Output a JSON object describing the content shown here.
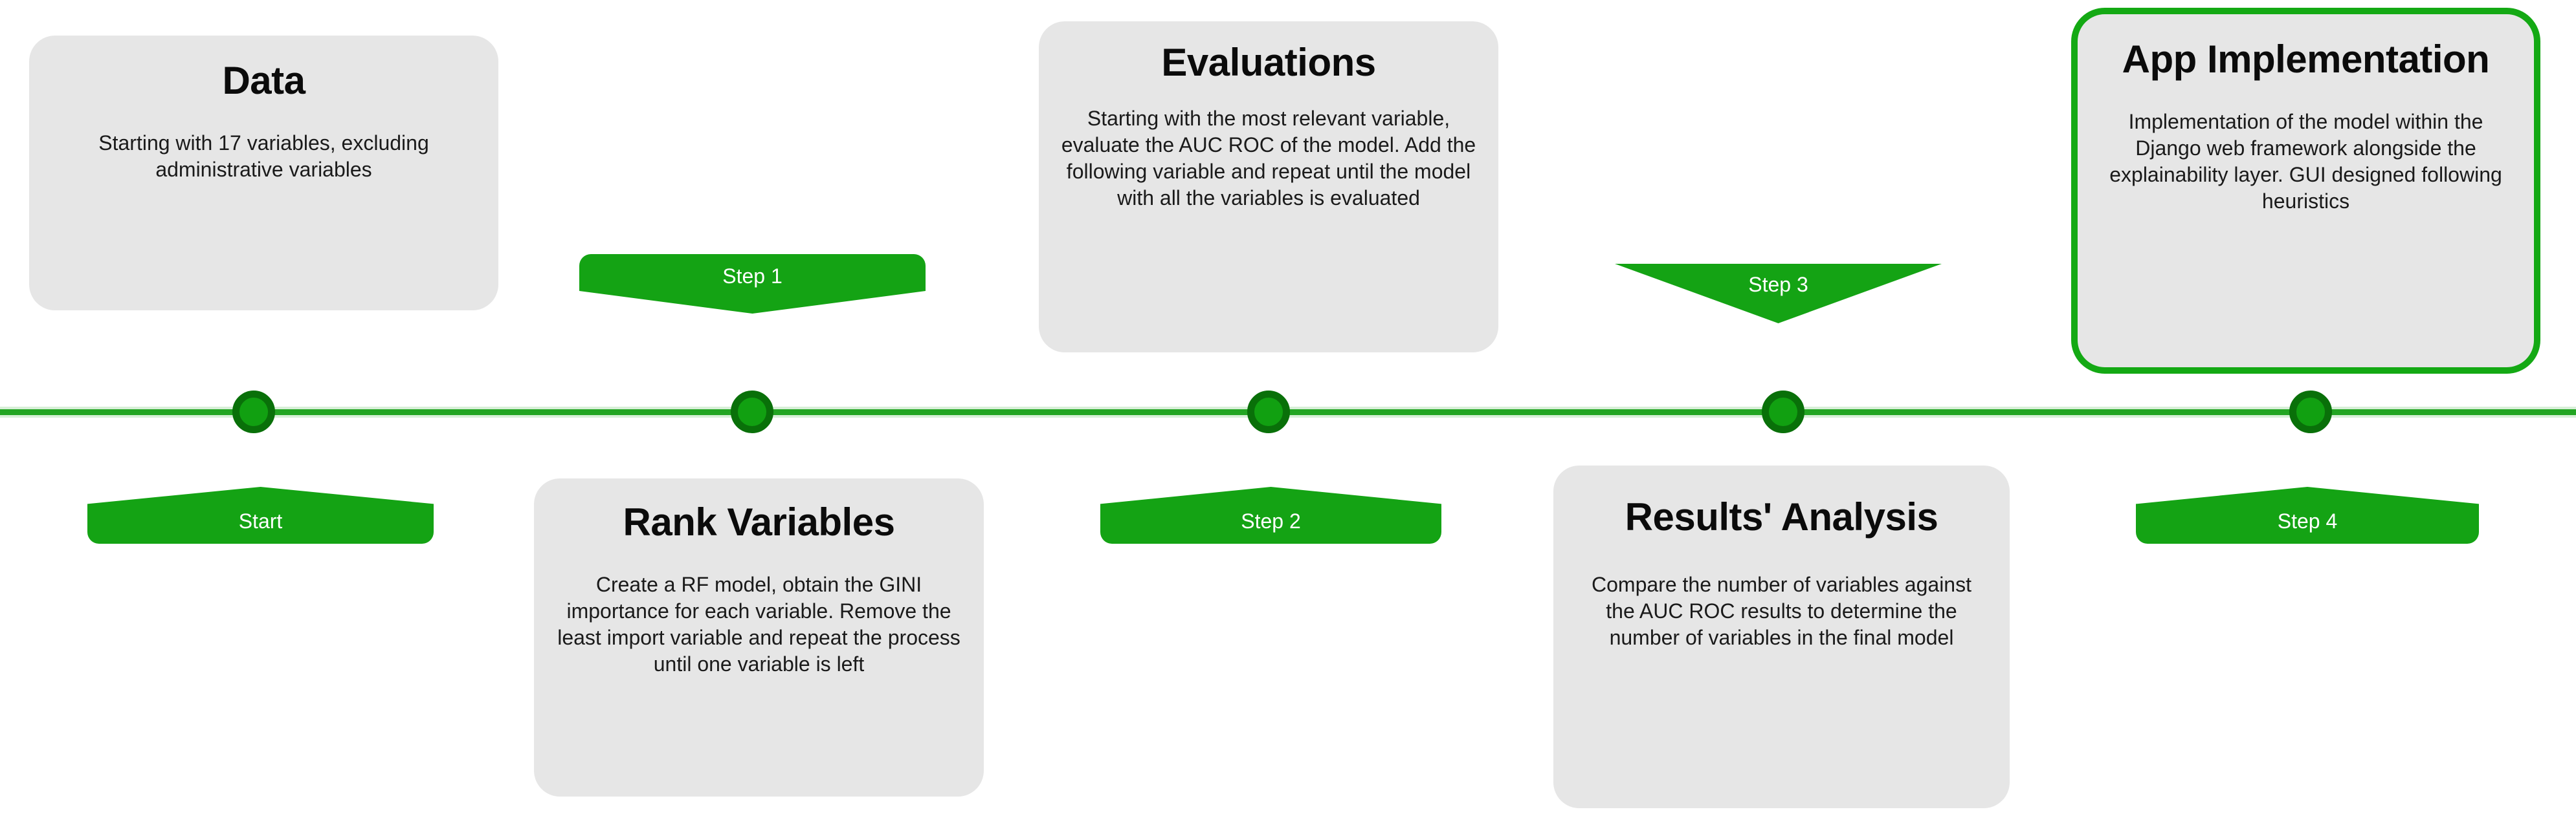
{
  "diagram": {
    "type": "horizontal-process-timeline",
    "title": "Methodology timeline",
    "colors": {
      "accent_green": "#14a314",
      "axis_green": "#22a522",
      "node_fill": "#11a011",
      "node_ring": "#097009",
      "card_background": "#e6e6e6",
      "card_text": "#1a1a1a",
      "badge_text": "#ffffff"
    }
  },
  "axis": {
    "orientation": "horizontal",
    "node_count": 5
  },
  "nodes": [
    {
      "id": "node-start",
      "x_pct": 9.85
    },
    {
      "id": "node-step1",
      "x_pct": 29.2
    },
    {
      "id": "node-step2",
      "x_pct": 49.25
    },
    {
      "id": "node-step3",
      "x_pct": 69.2
    },
    {
      "id": "node-step4",
      "x_pct": 89.7
    }
  ],
  "badges": [
    {
      "id": "badge-start",
      "label": "Start",
      "direction": "up",
      "position": "below-axis"
    },
    {
      "id": "badge-s1",
      "label": "Step 1",
      "direction": "down",
      "position": "above-axis"
    },
    {
      "id": "badge-s2",
      "label": "Step 2",
      "direction": "up",
      "position": "below-axis"
    },
    {
      "id": "badge-s3",
      "label": "Step 3",
      "direction": "down-deep",
      "position": "above-axis"
    },
    {
      "id": "badge-s4",
      "label": "Step 4",
      "direction": "up",
      "position": "below-axis"
    }
  ],
  "cards": [
    {
      "id": "card-data",
      "title": "Data",
      "body": "Starting with 17 variables, excluding administrative variables",
      "position": "above-axis",
      "outlined": false
    },
    {
      "id": "card-rank",
      "title": "Rank Variables",
      "body": "Create a RF model, obtain the GINI importance for each variable. Remove the least import variable and repeat the process until one variable is left",
      "position": "below-axis",
      "outlined": false
    },
    {
      "id": "card-eval",
      "title": "Evaluations",
      "body": "Starting with the most relevant variable, evaluate the AUC ROC of the model. Add the following variable and repeat until the model with all the variables is evaluated",
      "position": "above-axis",
      "outlined": false
    },
    {
      "id": "card-results",
      "title": "Results' Analysis",
      "body": "Compare the number of variables against the AUC ROC results to determine the number of variables in the final model",
      "position": "below-axis",
      "outlined": false
    },
    {
      "id": "card-app",
      "title": "App Implementation",
      "body": "Implementation of the model within the Django web framework alongside the explainability layer. GUI designed following heuristics",
      "position": "above-axis",
      "outlined": true
    }
  ]
}
